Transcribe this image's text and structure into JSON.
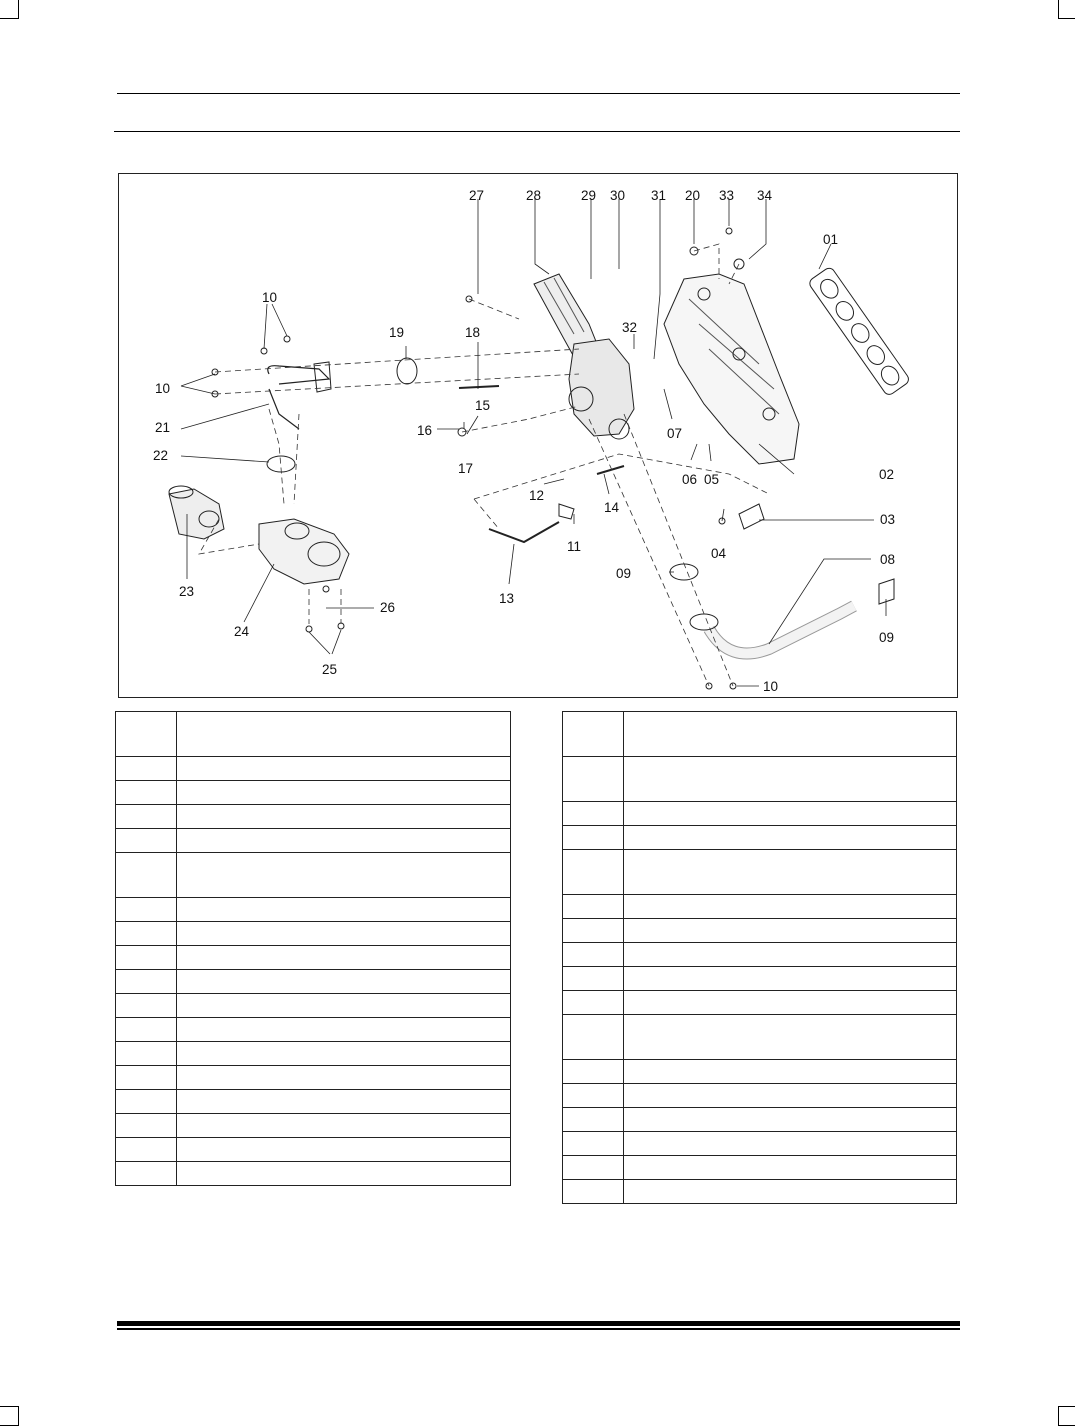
{
  "diagram": {
    "callouts": [
      "01",
      "02",
      "03",
      "04",
      "05",
      "06",
      "07",
      "08",
      "09",
      "09",
      "10",
      "10",
      "10",
      "11",
      "12",
      "13",
      "14",
      "15",
      "16",
      "17",
      "18",
      "19",
      "20",
      "21",
      "22",
      "23",
      "24",
      "25",
      "26",
      "27",
      "28",
      "29",
      "30",
      "31",
      "32",
      "33",
      "34"
    ]
  },
  "tables": {
    "left": {
      "rows": [
        {
          "tall": true
        },
        {
          "tall": false
        },
        {
          "tall": false
        },
        {
          "tall": false
        },
        {
          "tall": false
        },
        {
          "tall": true
        },
        {
          "tall": false
        },
        {
          "tall": false
        },
        {
          "tall": false
        },
        {
          "tall": false
        },
        {
          "tall": false
        },
        {
          "tall": false
        },
        {
          "tall": false
        },
        {
          "tall": false
        },
        {
          "tall": false
        },
        {
          "tall": false
        },
        {
          "tall": false
        },
        {
          "tall": false
        }
      ]
    },
    "right": {
      "rows": [
        {
          "tall": true
        },
        {
          "tall": true
        },
        {
          "tall": false
        },
        {
          "tall": false
        },
        {
          "tall": true
        },
        {
          "tall": false
        },
        {
          "tall": false
        },
        {
          "tall": false
        },
        {
          "tall": false
        },
        {
          "tall": false
        },
        {
          "tall": true
        },
        {
          "tall": false
        },
        {
          "tall": false
        },
        {
          "tall": false
        },
        {
          "tall": false
        },
        {
          "tall": false
        },
        {
          "tall": false
        }
      ]
    }
  }
}
